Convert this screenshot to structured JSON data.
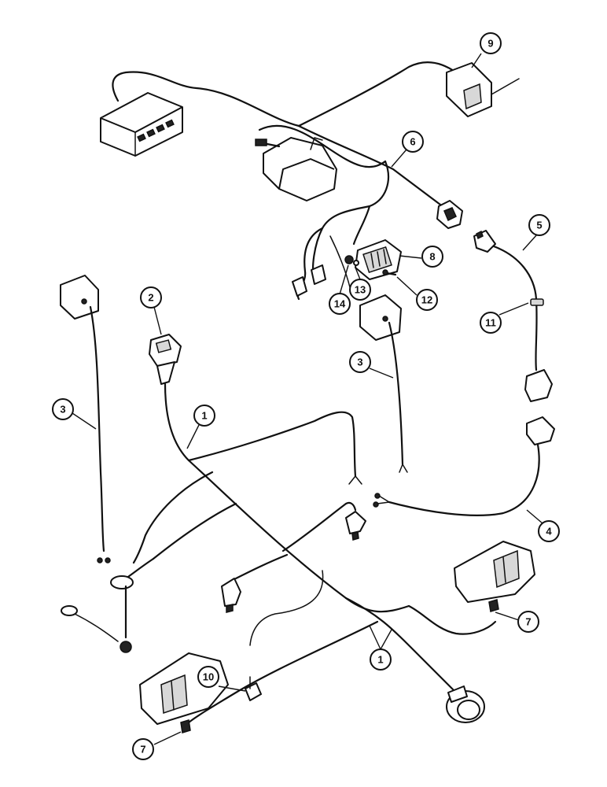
{
  "callouts": [
    {
      "id": "c9",
      "label": "9"
    },
    {
      "id": "c6",
      "label": "6"
    },
    {
      "id": "c8",
      "label": "8"
    },
    {
      "id": "c14",
      "label": "14"
    },
    {
      "id": "c13",
      "label": "13"
    },
    {
      "id": "c12",
      "label": "12"
    },
    {
      "id": "c5",
      "label": "5"
    },
    {
      "id": "c11",
      "label": "11"
    },
    {
      "id": "c2",
      "label": "2"
    },
    {
      "id": "c3a",
      "label": "3"
    },
    {
      "id": "c3b",
      "label": "3"
    },
    {
      "id": "c1a",
      "label": "1"
    },
    {
      "id": "c4",
      "label": "4"
    },
    {
      "id": "c7a",
      "label": "7"
    },
    {
      "id": "c10",
      "label": "10"
    },
    {
      "id": "c1b",
      "label": "1"
    },
    {
      "id": "c7b",
      "label": "7"
    }
  ]
}
